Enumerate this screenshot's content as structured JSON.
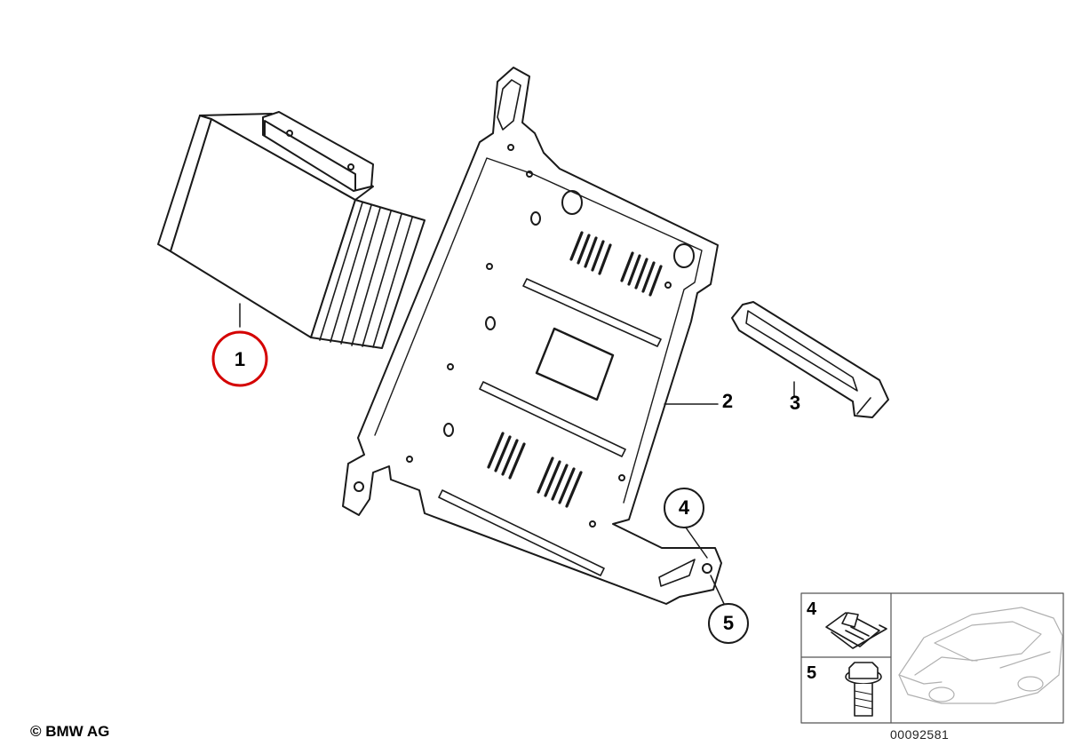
{
  "parts": [
    {
      "id": "p1",
      "number": "1",
      "highlighted": true
    },
    {
      "id": "p2",
      "number": "2",
      "highlighted": false
    },
    {
      "id": "p3",
      "number": "3",
      "highlighted": false
    },
    {
      "id": "p4",
      "number": "4",
      "highlighted": false
    },
    {
      "id": "p5",
      "number": "5",
      "highlighted": false
    }
  ],
  "legend": {
    "items": [
      {
        "number": "4",
        "icon": "clip-nut-icon"
      },
      {
        "number": "5",
        "icon": "bolt-icon"
      }
    ],
    "thumbnail_icon": "car-thumbnail-icon"
  },
  "footer": {
    "copyright": "© BMW AG",
    "document_number": "00092581"
  },
  "colors": {
    "line": "#1a1a1a",
    "highlight": "#d40000",
    "background": "#ffffff"
  }
}
